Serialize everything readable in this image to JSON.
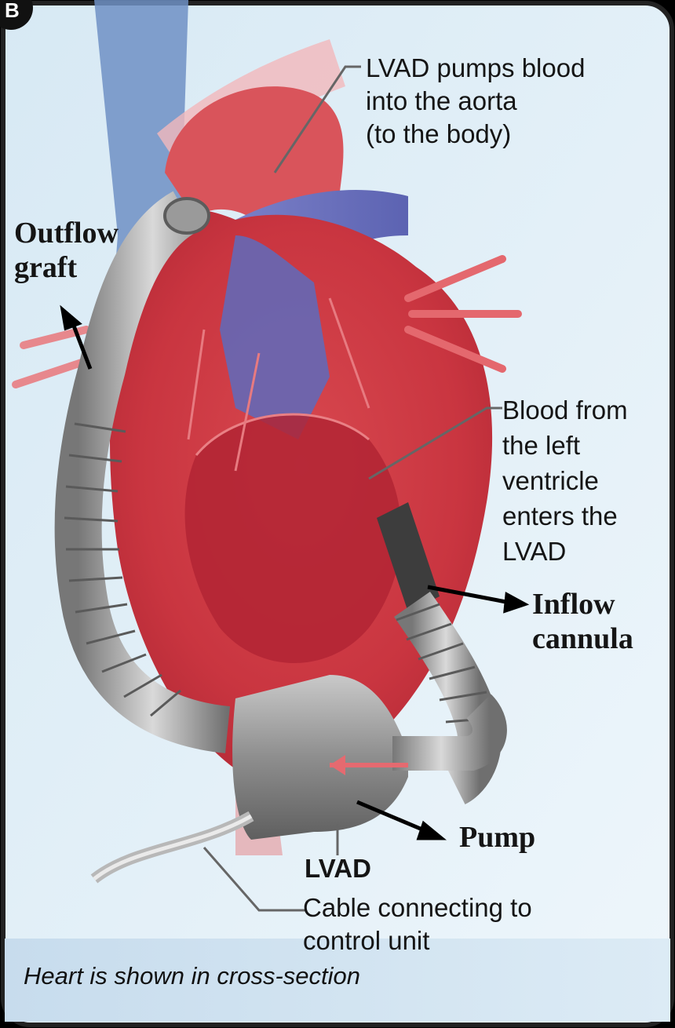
{
  "panel_letter": "B",
  "labels": {
    "aorta_note": [
      "LVAD pumps blood",
      "into the aorta",
      "(to the body)"
    ],
    "outflow": [
      "Outflow",
      "graft"
    ],
    "ventricle_note": [
      "Blood from",
      "the left",
      "ventricle",
      "enters the",
      "LVAD"
    ],
    "inflow": [
      "Inflow",
      "cannula"
    ],
    "pump": "Pump",
    "lvad": "LVAD",
    "cable_note": [
      "Cable connecting to",
      "control unit"
    ]
  },
  "caption": "Heart is shown in cross-section"
}
